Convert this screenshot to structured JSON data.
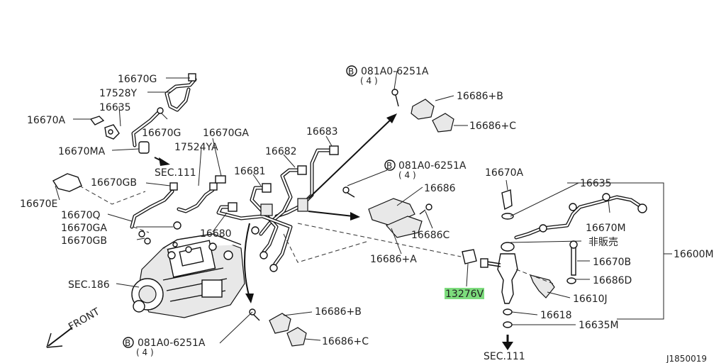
{
  "labels": {
    "p16670G": "16670G",
    "p17528Y": "17528Y",
    "p16635_left": "16635",
    "p16670A_left": "16670A",
    "p16670G_2": "16670G",
    "p16670MA": "16670MA",
    "p16670GA_top": "16670GA",
    "p17524YA": "17524YA",
    "sec111_left": "SEC.111",
    "p16670E": "16670E",
    "p16670GB_top": "16670GB",
    "p16670Q": "16670Q",
    "p16670GA_left": "16670GA",
    "p16670GB_left": "16670GB",
    "sec186": "SEC.186",
    "p16683": "16683",
    "p16682": "16682",
    "p16681": "16681",
    "p16680": "16680",
    "bolt_top": "081A0-6251A",
    "bolt_top_qty": "( 4 )",
    "p16686B_top": "16686+B",
    "p16686C_top": "16686+C",
    "bolt_mid": "081A0-6251A",
    "bolt_mid_qty": "( 4 )",
    "p16686": "16686",
    "p16686C_mid": "16686C",
    "p16686A": "16686+A",
    "p16670A_right": "16670A",
    "p16635_right": "16635",
    "p16670M": "16670M",
    "not_for_sale": "非販売",
    "p16670B": "16670B",
    "p16686D": "16686D",
    "p16610J": "16610J",
    "p16600M": "16600M",
    "p13276V_code": "13276",
    "p13276V_suffix": "V",
    "p16618": "16618",
    "p16635M": "16635M",
    "sec111_bottom": "SEC.111",
    "bolt_bot": "081A0-6251A",
    "bolt_bot_qty": "( 4 )",
    "p16686B_bot": "16686+B",
    "p16686C_bot": "16686+C",
    "front": "FRONT",
    "bolt_circle": "B",
    "diagram_id": "J1850019"
  },
  "colors": {
    "line": "#111111",
    "highlight": "#7ddc7d",
    "background": "#ffffff"
  }
}
